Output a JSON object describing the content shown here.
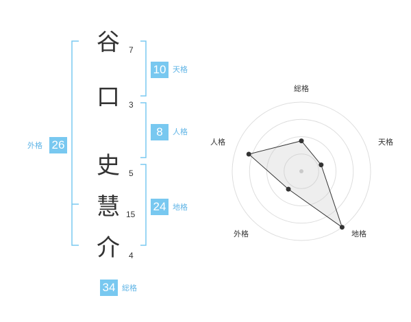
{
  "name_chars": [
    {
      "char": "谷",
      "strokes": "7"
    },
    {
      "char": "口",
      "strokes": "3"
    },
    {
      "char": "史",
      "strokes": "5"
    },
    {
      "char": "慧",
      "strokes": "15"
    },
    {
      "char": "介",
      "strokes": "4"
    }
  ],
  "fortunes": {
    "tenkaku": {
      "value": "10",
      "label": "天格"
    },
    "jinkaku": {
      "value": "8",
      "label": "人格"
    },
    "chikaku": {
      "value": "24",
      "label": "地格"
    },
    "gaikaku": {
      "value": "26",
      "label": "外格"
    },
    "soukaku": {
      "value": "34",
      "label": "総格"
    }
  },
  "colors": {
    "accent": "#78c8f0",
    "label": "#5fb4e6",
    "text": "#333333",
    "grid": "#dddddd"
  },
  "chart_data": {
    "type": "radar",
    "axes": [
      "総格",
      "天格",
      "地格",
      "外格",
      "人格"
    ],
    "values": [
      0.44,
      0.3,
      1.0,
      0.32,
      0.8
    ],
    "range": [
      0,
      1
    ],
    "rings": 4
  }
}
